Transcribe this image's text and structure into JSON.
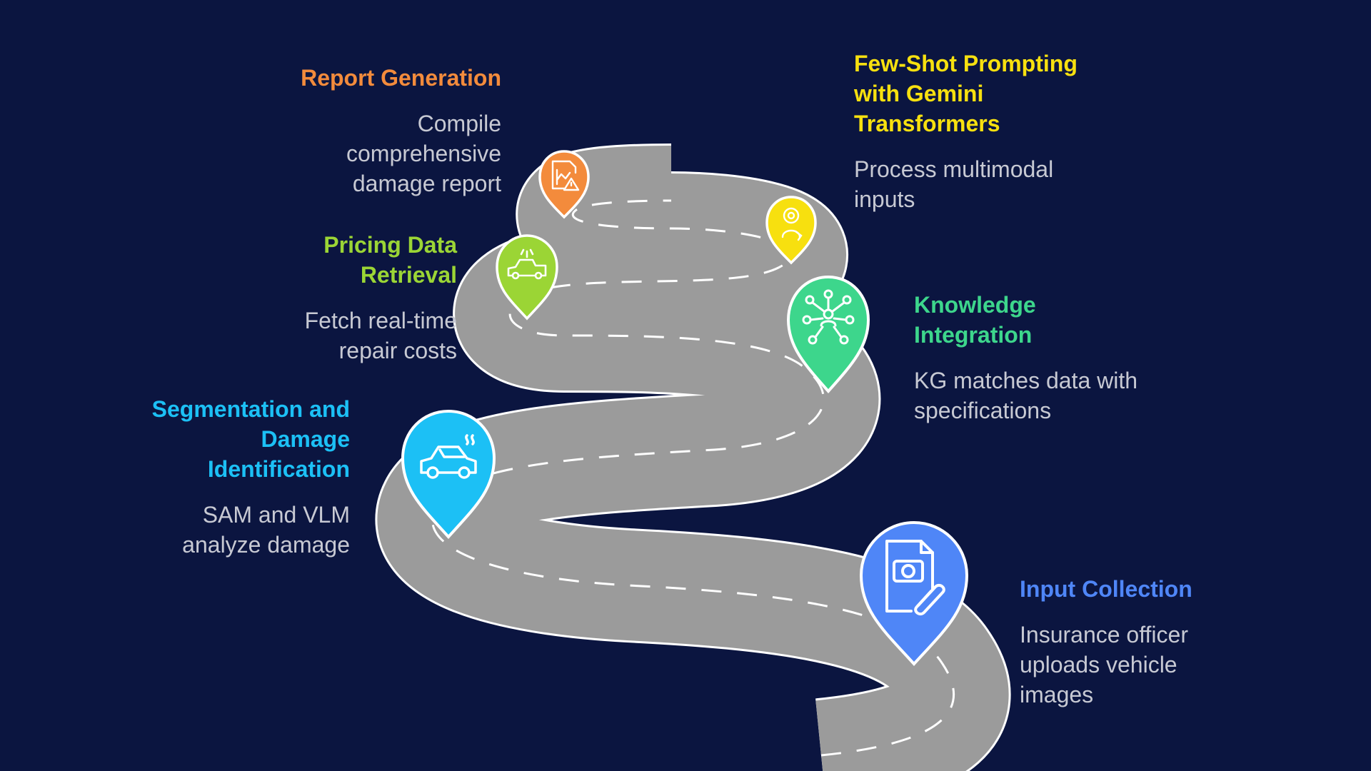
{
  "colors": {
    "background": "#0b1540",
    "road": "#9b9b9b",
    "road_edge": "#ffffff",
    "input": "#4f86f7",
    "segmentation": "#1cc0f5",
    "knowledge": "#3dd68c",
    "pricing": "#9bd535",
    "fewshot": "#f7e00f",
    "report": "#f38b3c",
    "description": "#c7c9d3"
  },
  "stages": {
    "input": {
      "title": "Input Collection",
      "description": "Insurance officer uploads vehicle images",
      "icon": "document-camera-paperclip-icon"
    },
    "segmentation": {
      "title": "Segmentation and Damage Identification",
      "description": "SAM and VLM analyze damage",
      "icon": "damaged-car-icon"
    },
    "knowledge": {
      "title": "Knowledge Integration",
      "description": "KG matches data with specifications",
      "icon": "network-person-icon"
    },
    "pricing": {
      "title": "Pricing Data Retrieval",
      "description": "Fetch real-time repair costs",
      "icon": "tow-truck-icon"
    },
    "fewshot": {
      "title": "Few-Shot Prompting with Gemini Transformers",
      "description": "Process multimodal inputs",
      "icon": "person-gear-icon"
    },
    "report": {
      "title": "Report Generation",
      "description": "Compile comprehensive damage report",
      "icon": "chart-warning-report-icon"
    }
  }
}
